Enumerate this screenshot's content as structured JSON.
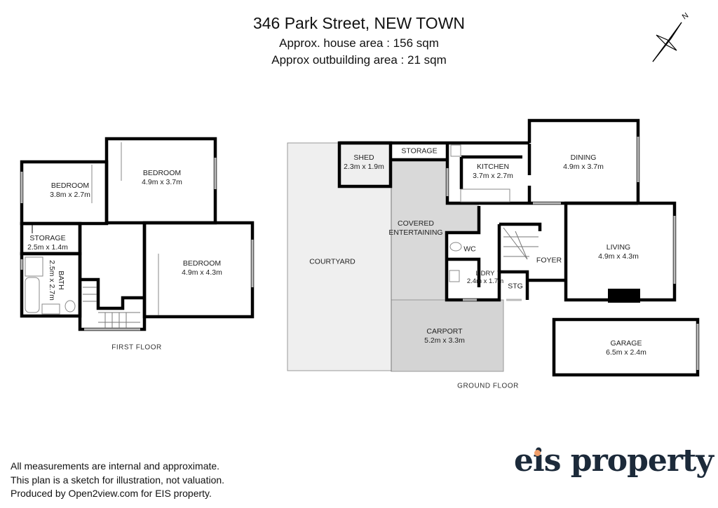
{
  "header": {
    "title": "346 Park Street, NEW TOWN",
    "house_area": "Approx. house area : 156 sqm",
    "outbuilding_area": "Approx outbuilding area : 21 sqm"
  },
  "compass": {
    "label": "N"
  },
  "first_floor": {
    "label": "FIRST FLOOR",
    "rooms": [
      {
        "name": "BEDROOM",
        "size": "3.8m x 2.7m"
      },
      {
        "name": "BEDROOM",
        "size": "4.9m x 3.7m"
      },
      {
        "name": "STORAGE",
        "size": "2.5m x 1.4m"
      },
      {
        "name": "BATH",
        "size": "2.5m x 2.7m"
      },
      {
        "name": "BEDROOM",
        "size": "4.9m x 4.3m"
      }
    ]
  },
  "ground_floor": {
    "label": "GROUND FLOOR",
    "rooms": [
      {
        "name": "COURTYARD"
      },
      {
        "name": "SHED",
        "size": "2.3m x 1.9m"
      },
      {
        "name": "STORAGE"
      },
      {
        "name": "KITCHEN",
        "size": "3.7m x 2.7m"
      },
      {
        "name": "DINING",
        "size": "4.9m x 3.7m"
      },
      {
        "name": "COVERED ENTERTAINING"
      },
      {
        "name": "WC"
      },
      {
        "name": "FOYER"
      },
      {
        "name": "LIVING",
        "size": "4.9m x 4.3m"
      },
      {
        "name": "L'DRY",
        "size": "2.4m x 1.7m"
      },
      {
        "name": "STG"
      },
      {
        "name": "CARPORT",
        "size": "5.2m x 3.3m"
      },
      {
        "name": "GARAGE",
        "size": "6.5m x 2.4m"
      }
    ]
  },
  "footer": {
    "lines": [
      "All measurements are internal and approximate.",
      "This plan is a sketch for illustration, not valuation.",
      "Produced by Open2view.com for EIS property."
    ],
    "logo": "eis property"
  },
  "colors": {
    "wall": "#000000",
    "courtyard": "#efefef",
    "covered": "#d9d9d9",
    "logo": "#1c2a3a",
    "logo_dot": "#f2a06b"
  }
}
